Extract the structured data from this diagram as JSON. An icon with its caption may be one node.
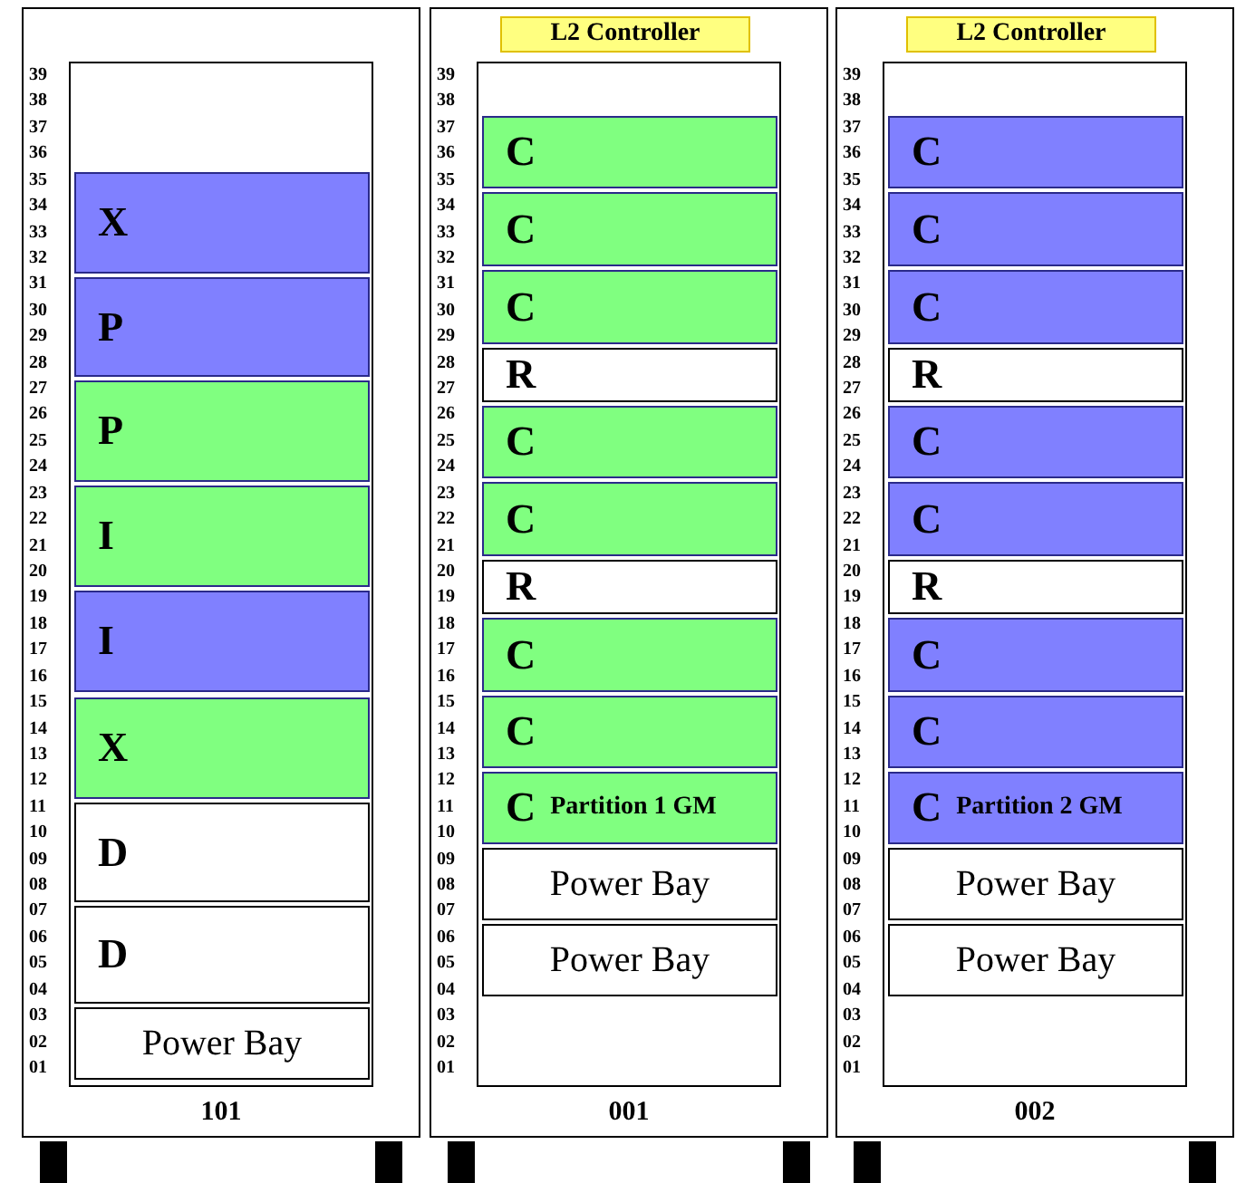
{
  "diagram": {
    "nodes": [
      {
        "text": [
          "101"
        ]
      },
      {
        "text": [
          "X"
        ],
        "in": 0
      },
      {
        "text": [
          "P"
        ],
        "in": 0
      },
      {
        "text": [
          "P"
        ],
        "in": 0
      },
      {
        "text": [
          "I"
        ],
        "in": 0
      },
      {
        "text": [
          "I"
        ],
        "in": 0
      },
      {
        "text": [
          "X"
        ],
        "in": 0
      },
      {
        "text": [
          "D"
        ],
        "in": 0
      },
      {
        "text": [
          "D"
        ],
        "in": 0
      },
      {
        "text": [
          "Power Bay"
        ],
        "in": 0
      },
      {
        "text": [
          "001"
        ]
      },
      {
        "text": [
          "L2 Controller"
        ],
        "in": 10
      },
      {
        "text": [
          "C"
        ],
        "in": 10
      },
      {
        "text": [
          "C"
        ],
        "in": 10
      },
      {
        "text": [
          "C"
        ],
        "in": 10
      },
      {
        "text": [
          "R"
        ],
        "in": 10
      },
      {
        "text": [
          "C"
        ],
        "in": 10
      },
      {
        "text": [
          "C"
        ],
        "in": 10
      },
      {
        "text": [
          "R"
        ],
        "in": 10
      },
      {
        "text": [
          "C"
        ],
        "in": 10
      },
      {
        "text": [
          "C"
        ],
        "in": 10
      },
      {
        "text": [
          "C",
          "Partition 1 GM"
        ],
        "in": 10
      },
      {
        "text": [
          "Power Bay"
        ],
        "in": 10
      },
      {
        "text": [
          "Power Bay"
        ],
        "in": 10
      },
      {
        "text": [
          "002"
        ]
      },
      {
        "text": [
          "L2 Controller"
        ],
        "in": 24
      },
      {
        "text": [
          "C"
        ],
        "in": 24
      },
      {
        "text": [
          "C"
        ],
        "in": 24
      },
      {
        "text": [
          "C"
        ],
        "in": 24
      },
      {
        "text": [
          "R"
        ],
        "in": 24
      },
      {
        "text": [
          "C"
        ],
        "in": 24
      },
      {
        "text": [
          "C"
        ],
        "in": 24
      },
      {
        "text": [
          "R"
        ],
        "in": 24
      },
      {
        "text": [
          "C"
        ],
        "in": 24
      },
      {
        "text": [
          "C"
        ],
        "in": 24
      },
      {
        "text": [
          "C",
          "Partition 2 GM"
        ],
        "in": 24
      },
      {
        "text": [
          "Power Bay"
        ],
        "in": 24
      },
      {
        "text": [
          "Power Bay"
        ],
        "in": 24
      }
    ],
    "labels": [
      "39",
      "38",
      "37",
      "36",
      "35",
      "34",
      "33",
      "32",
      "31",
      "30",
      "29",
      "28",
      "27",
      "26",
      "25",
      "24",
      "23",
      "22",
      "21",
      "20",
      "19",
      "18",
      "17",
      "16",
      "15",
      "14",
      "13",
      "12",
      "11",
      "10",
      "09",
      "08",
      "07",
      "06",
      "05",
      "04",
      "03",
      "02",
      "01",
      "39",
      "38",
      "37",
      "36",
      "35",
      "34",
      "33",
      "32",
      "31",
      "30",
      "29",
      "28",
      "27",
      "26",
      "25",
      "24",
      "23",
      "22",
      "21",
      "20",
      "19",
      "18",
      "17",
      "16",
      "15",
      "14",
      "13",
      "12",
      "11",
      "10",
      "09",
      "08",
      "07",
      "06",
      "05",
      "04",
      "03",
      "02",
      "01",
      "39",
      "38",
      "37",
      "36",
      "35",
      "34",
      "33",
      "32",
      "31",
      "30",
      "29",
      "28",
      "27",
      "26",
      "25",
      "24",
      "23",
      "22",
      "21",
      "20",
      "19",
      "18",
      "17",
      "16",
      "15",
      "14",
      "13",
      "12",
      "11",
      "10",
      "09",
      "08",
      "07",
      "06",
      "05",
      "04",
      "03",
      "02",
      "01"
    ]
  }
}
